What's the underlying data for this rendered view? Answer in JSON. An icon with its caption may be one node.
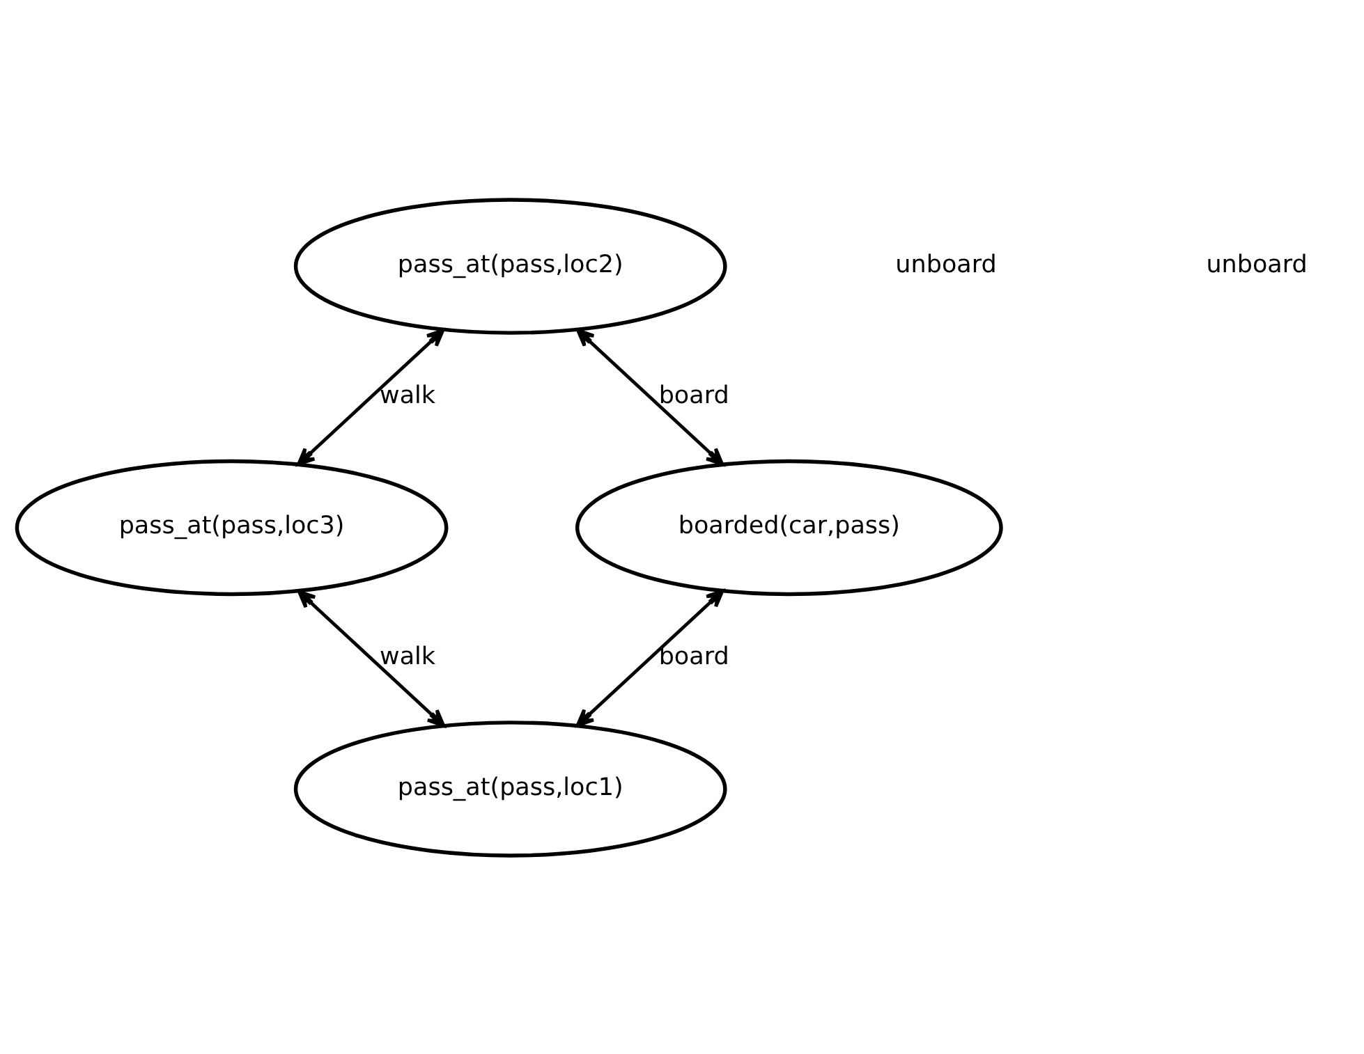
{
  "diagram": {
    "nodes": [
      {
        "text": [
          "pass_at(pass,loc2)"
        ]
      },
      {
        "text": [
          "pass_at(pass,loc3)"
        ]
      },
      {
        "text": [
          "boarded(car,pass)"
        ]
      },
      {
        "text": [
          "pass_at(pass,loc1)"
        ]
      }
    ],
    "edges": [
      {
        "from": 0,
        "to": 1,
        "arrow": "both",
        "label": "walk"
      },
      {
        "from": 0,
        "to": 2,
        "arrow": "both",
        "label": "board"
      },
      {
        "from": 2,
        "to": 3,
        "arrow": "both",
        "label": "board"
      },
      {
        "from": 1,
        "to": 3,
        "arrow": "both",
        "label": "walk"
      }
    ],
    "labels": [
      "unboard",
      "unboard"
    ]
  }
}
